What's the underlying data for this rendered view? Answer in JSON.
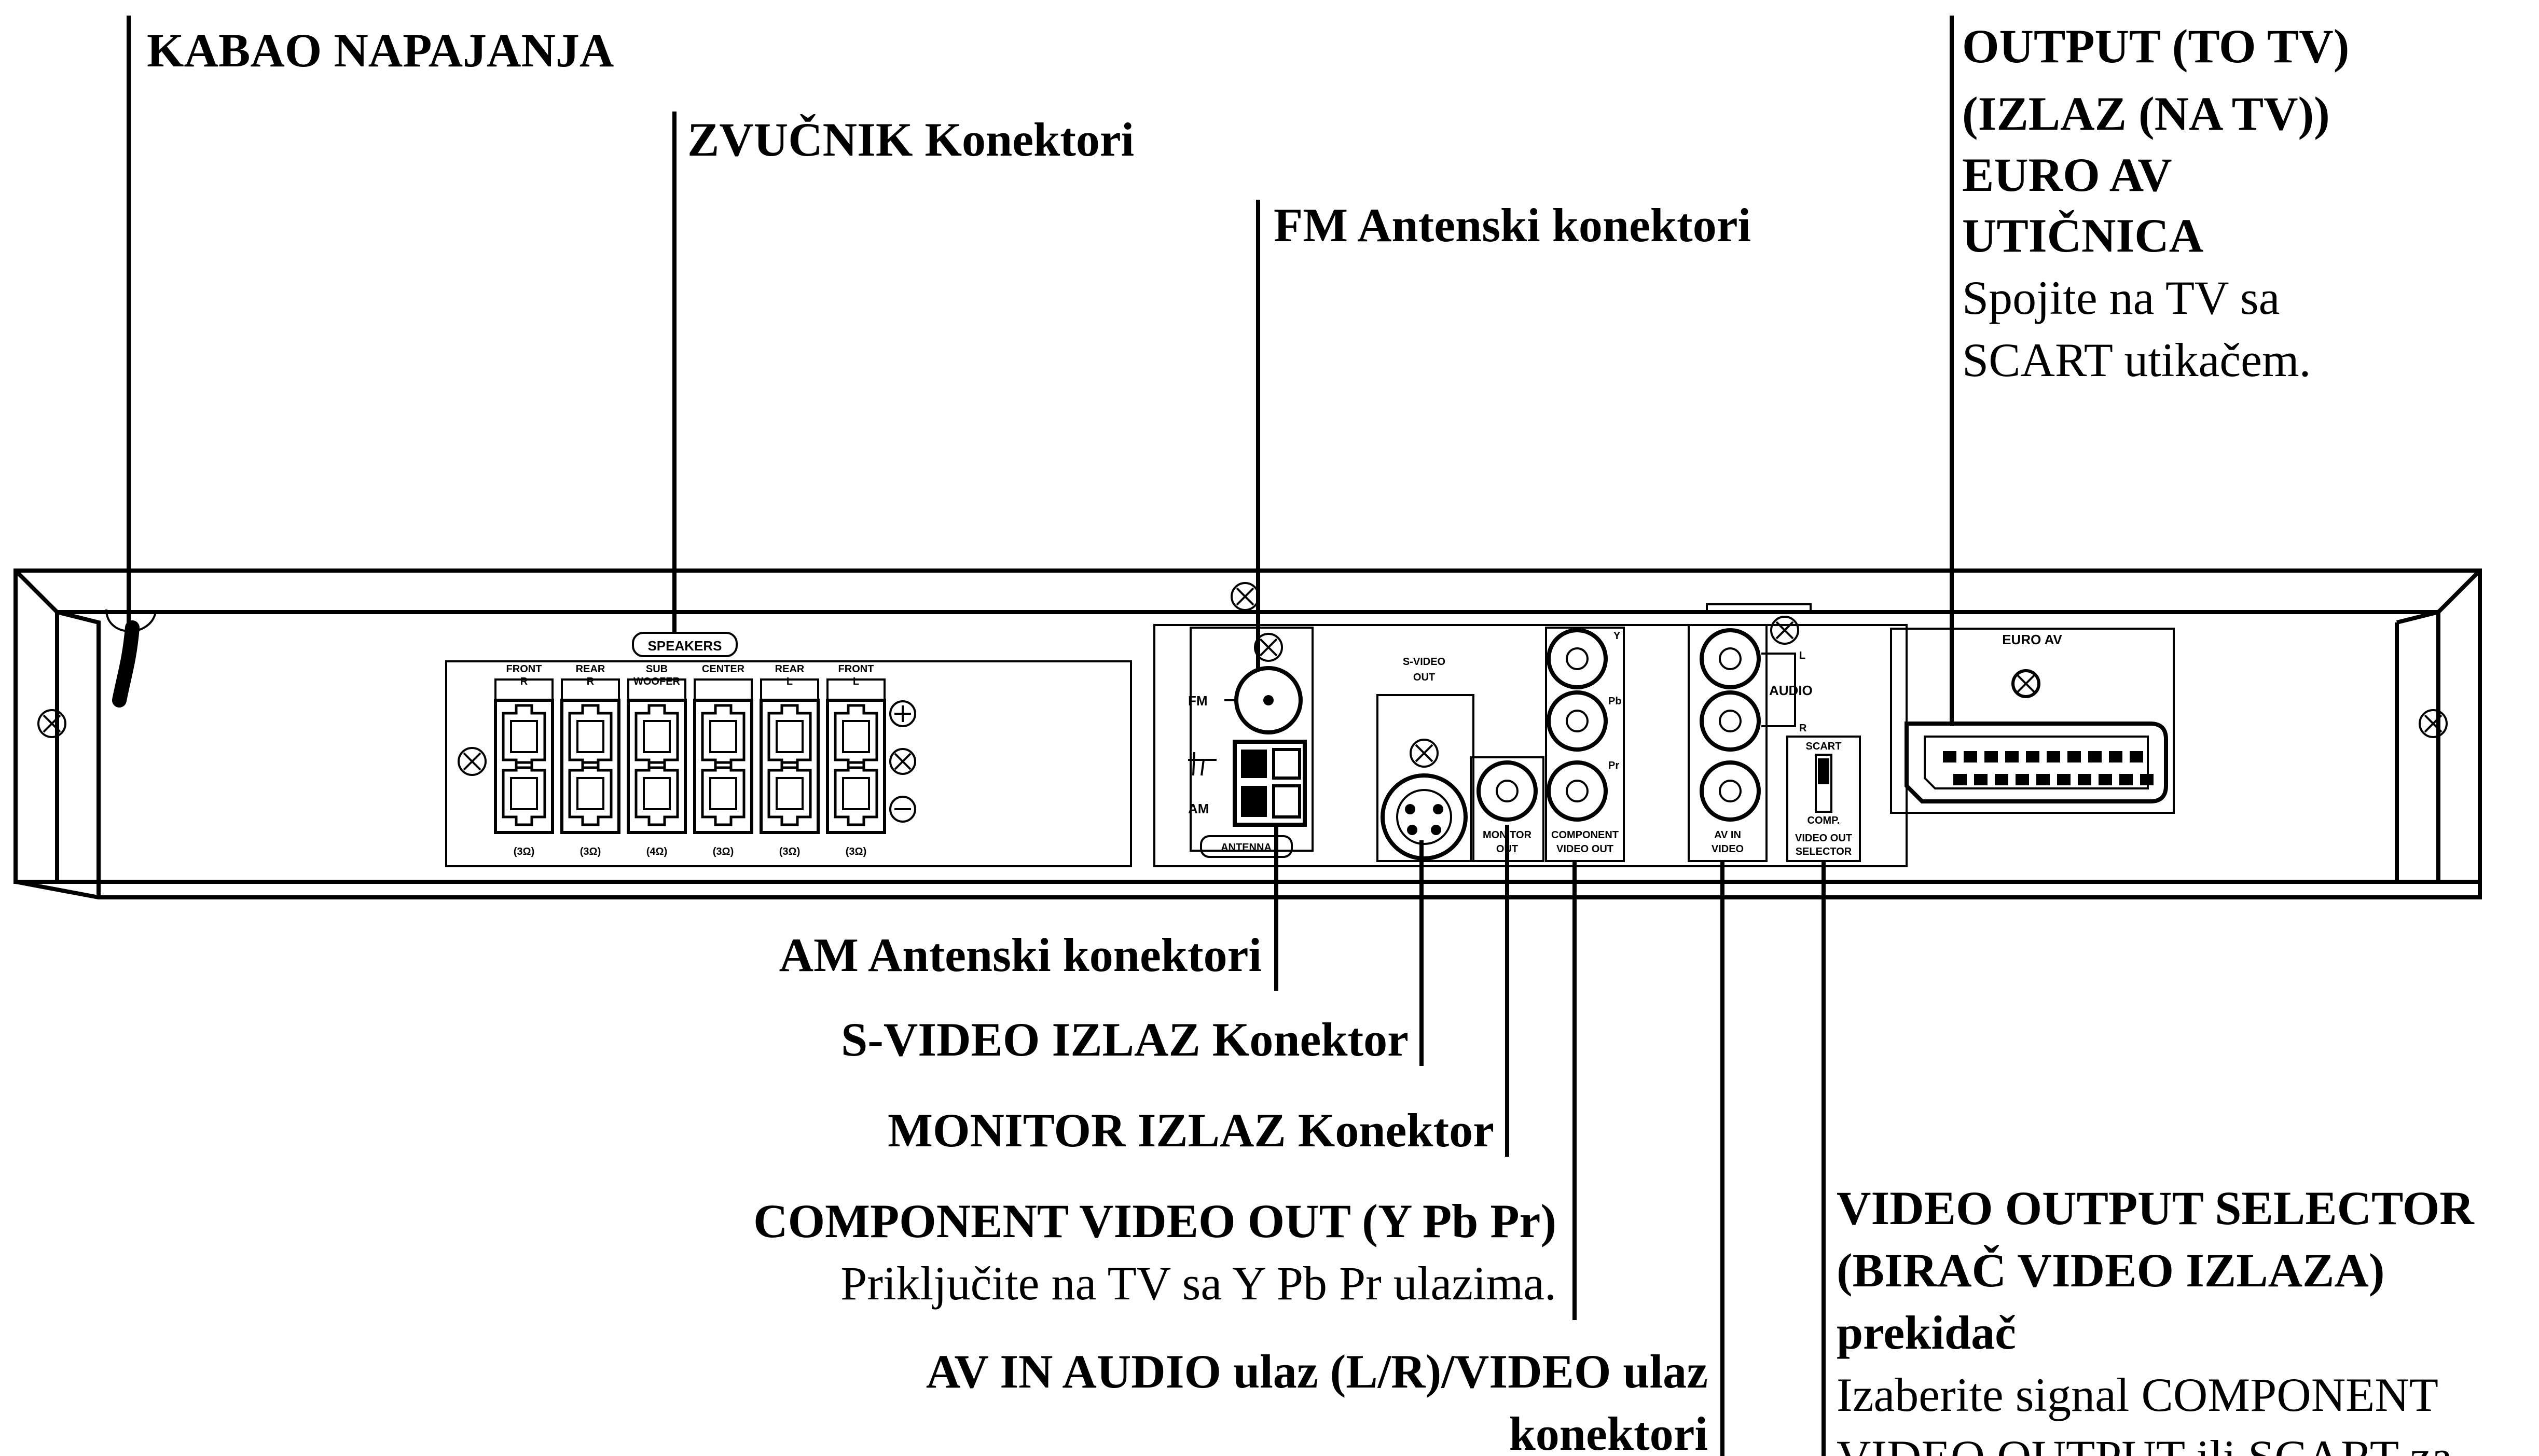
{
  "labels": {
    "power_cord": "KABAO NAPAJANJA",
    "speaker_connectors": "ZVUČNIK Konektori",
    "fm_antenna": "FM Antenski konektori",
    "am_antenna": "AM Antenski konektori",
    "svideo_out": "S-VIDEO IZLAZ Konektor",
    "monitor_out": "MONITOR IZLAZ Konektor",
    "component_title": "COMPONENT VIDEO OUT (Y Pb Pr)",
    "component_desc": "Priključite na TV sa Y Pb Pr ulazima.",
    "avin_line1": "AV IN AUDIO ulaz (L/R)/VIDEO ulaz",
    "avin_line2": "konektori",
    "euro_line1": "OUTPUT (TO TV)",
    "euro_line2": "(IZLAZ (NA TV))",
    "euro_line3": "EURO AV",
    "euro_line4": "UTIČNICA",
    "euro_desc1": "Spojite na TV sa",
    "euro_desc2": "SCART utikačem.",
    "selector_line1": "VIDEO OUTPUT SELECTOR",
    "selector_line2": "(BIRAČ VIDEO IZLAZA)",
    "selector_line3": "prekidač",
    "selector_desc1": "Izaberite signal COMPONENT",
    "selector_desc2": "VIDEO OUTPUT ili SCART za"
  },
  "panel": {
    "speakers": "SPEAKERS",
    "speaker_channels": [
      {
        "top": "FRONT",
        "sub": "R",
        "imp": "(3Ω)"
      },
      {
        "top": "REAR",
        "sub": "R",
        "imp": "(3Ω)"
      },
      {
        "top": "SUB",
        "sub": "WOOFER",
        "imp": "(4Ω)"
      },
      {
        "top": "CENTER",
        "sub": "",
        "imp": "(3Ω)"
      },
      {
        "top": "REAR",
        "sub": "L",
        "imp": "(3Ω)"
      },
      {
        "top": "FRONT",
        "sub": "L",
        "imp": "(3Ω)"
      }
    ],
    "fm": "FM",
    "am": "AM",
    "antenna": "ANTENNA",
    "svideo_1": "S-VIDEO",
    "svideo_2": "OUT",
    "monitor_1": "MONITOR",
    "monitor_2": "OUT",
    "comp_1": "COMPONENT",
    "comp_2": "VIDEO OUT",
    "y": "Y",
    "pb": "Pb",
    "pr": "Pr",
    "audio": "AUDIO",
    "l": "L",
    "r": "R",
    "avin_1": "AV IN",
    "avin_2": "VIDEO",
    "scart": "SCART",
    "comp_short": "COMP.",
    "selector_1": "VIDEO OUT",
    "selector_2": "SELECTOR",
    "euro_av": "EURO AV"
  },
  "icons": [
    "plus-icon",
    "minus-icon",
    "ground-icon",
    "screw-icon"
  ]
}
